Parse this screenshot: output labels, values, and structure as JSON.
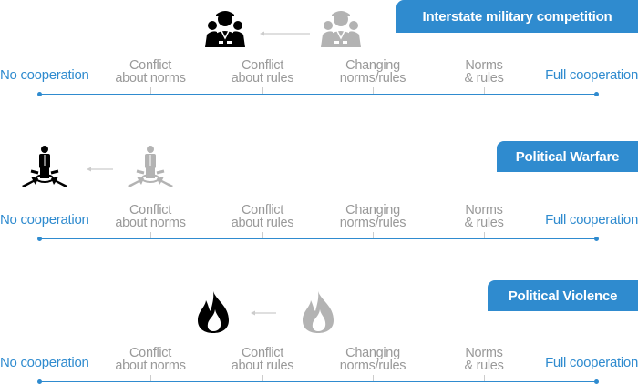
{
  "scale": {
    "left": "No cooperation",
    "right": "Full cooperation",
    "categories": [
      [
        "Conflict",
        "about norms"
      ],
      [
        "Conflict",
        "about rules"
      ],
      [
        "Changing",
        "norms/rules"
      ],
      [
        "Norms",
        "& rules"
      ]
    ]
  },
  "sections": [
    {
      "title": "Interstate military competition",
      "icon": "soldiers-icon"
    },
    {
      "title": "Political Warfare",
      "icon": "person-targeted-icon"
    },
    {
      "title": "Political Violence",
      "icon": "flame-icon"
    }
  ],
  "colors": {
    "accent": "#2f8bcf",
    "active": "#000000",
    "previous": "#b3b3b3"
  }
}
